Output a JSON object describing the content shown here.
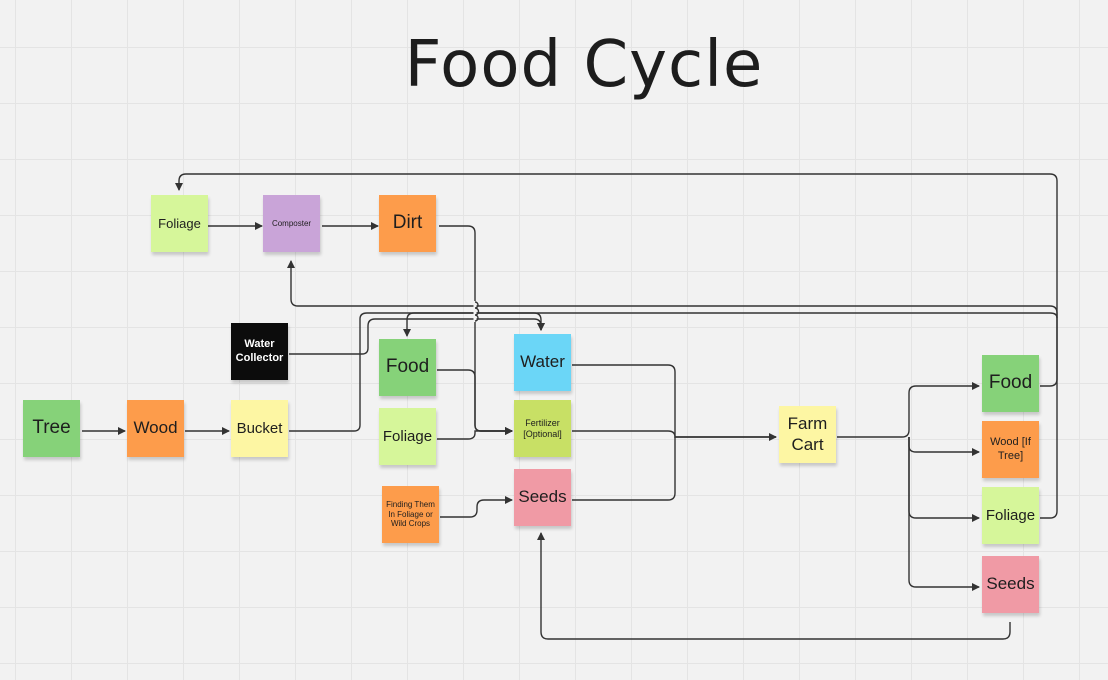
{
  "title": "Food Cycle",
  "colors": {
    "green": "#86d279",
    "light_green": "#d6f69a",
    "orange": "#fd9c4b",
    "purple": "#c9a4d8",
    "black": "#0c0c0c",
    "blue": "#6bd6f7",
    "olive": "#c8e065",
    "pink": "#f09aa5",
    "yellow": "#fdf6a3",
    "connector": "#333333"
  },
  "notes": {
    "foliage_top": "Foliage",
    "composter": "Composter",
    "dirt": "Dirt",
    "water_collector": "Water Collector",
    "tree": "Tree",
    "wood": "Wood",
    "bucket": "Bucket",
    "food_mid": "Food",
    "foliage_mid": "Foliage",
    "finding": "Finding Them In Foliage or Wild Crops",
    "water": "Water",
    "fertilizer": "Fertilizer [Optional]",
    "seeds_mid": "Seeds",
    "farm_cart": "Farm Cart",
    "food_out": "Food",
    "wood_out": "Wood [If Tree]",
    "foliage_out": "Foliage",
    "seeds_out": "Seeds"
  }
}
